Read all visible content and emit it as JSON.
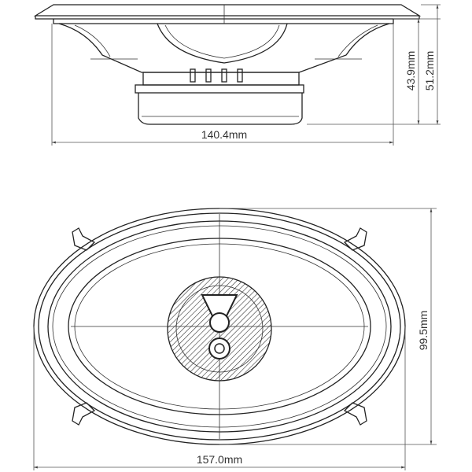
{
  "dimensions": {
    "side_width": "140.4mm",
    "mount_depth": "43.9mm",
    "total_depth": "51.2mm",
    "front_height": "99.5mm",
    "front_width": "157.0mm"
  }
}
